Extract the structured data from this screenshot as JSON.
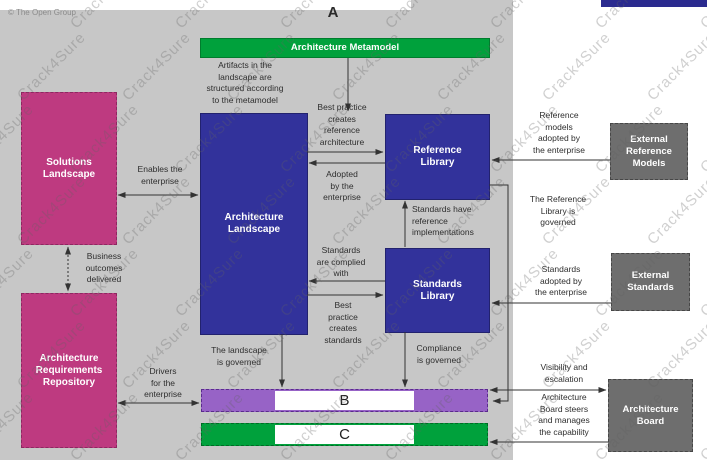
{
  "copyright": "© The Open Group",
  "watermark": {
    "text": "Crack4Sure"
  },
  "section_letters": {
    "a": "A",
    "b": "B",
    "c": "C"
  },
  "boxes": {
    "metamodel": "Architecture Metamodel",
    "solutions_landscape": "Solutions\nLandscape",
    "architecture_landscape": "Architecture\nLandscape",
    "reference_library": "Reference\nLibrary",
    "standards_library": "Standards\nLibrary",
    "requirements_repository": "Architecture\nRequirements\nRepository",
    "external_reference_models": "External\nReference\nModels",
    "external_standards": "External\nStandards",
    "architecture_board": "Architecture\nBoard"
  },
  "labels": {
    "artifacts": "Artifacts in the\nlandscape are\nstructured according\nto the metamodel",
    "enables": "Enables the\nenterprise",
    "business_outcomes": "Business\noutcomes\ndelivered",
    "drivers": "Drivers\nfor the\nenterprise",
    "best_practice_reference": "Best practice\ncreates\nreference\narchitecture",
    "adopted_by_enterprise": "Adopted\nby the\nenterprise",
    "standards_have_reference": "Standards have\nreference\nimplementations",
    "standards_complied": "Standards\nare complied\nwith",
    "best_practice_standards": "Best\npractice\ncreates\nstandards",
    "landscape_governed": "The landscape\nis governed",
    "compliance_governed": "Compliance\nis governed",
    "reference_models_adopted": "Reference\nmodels\nadopted by\nthe enterprise",
    "reference_library_governed": "The Reference\nLibrary is\ngoverned",
    "standards_adopted": "Standards\nadopted by\nthe enterprise",
    "visibility_escalation": "Visibility and\nescalation",
    "board_steers": "Architecture\nBoard steers\nand manages\nthe capability"
  },
  "colors": {
    "bg_grey": "#C7C7C7",
    "navy": "#32329B",
    "magenta": "#BE3A80",
    "green": "#00A13C",
    "purple_fill": "#9763C6",
    "purple_border": "#5A2B8D",
    "grey_box": "#6E6E6E",
    "topbar_blue": "#2B2B8F"
  }
}
